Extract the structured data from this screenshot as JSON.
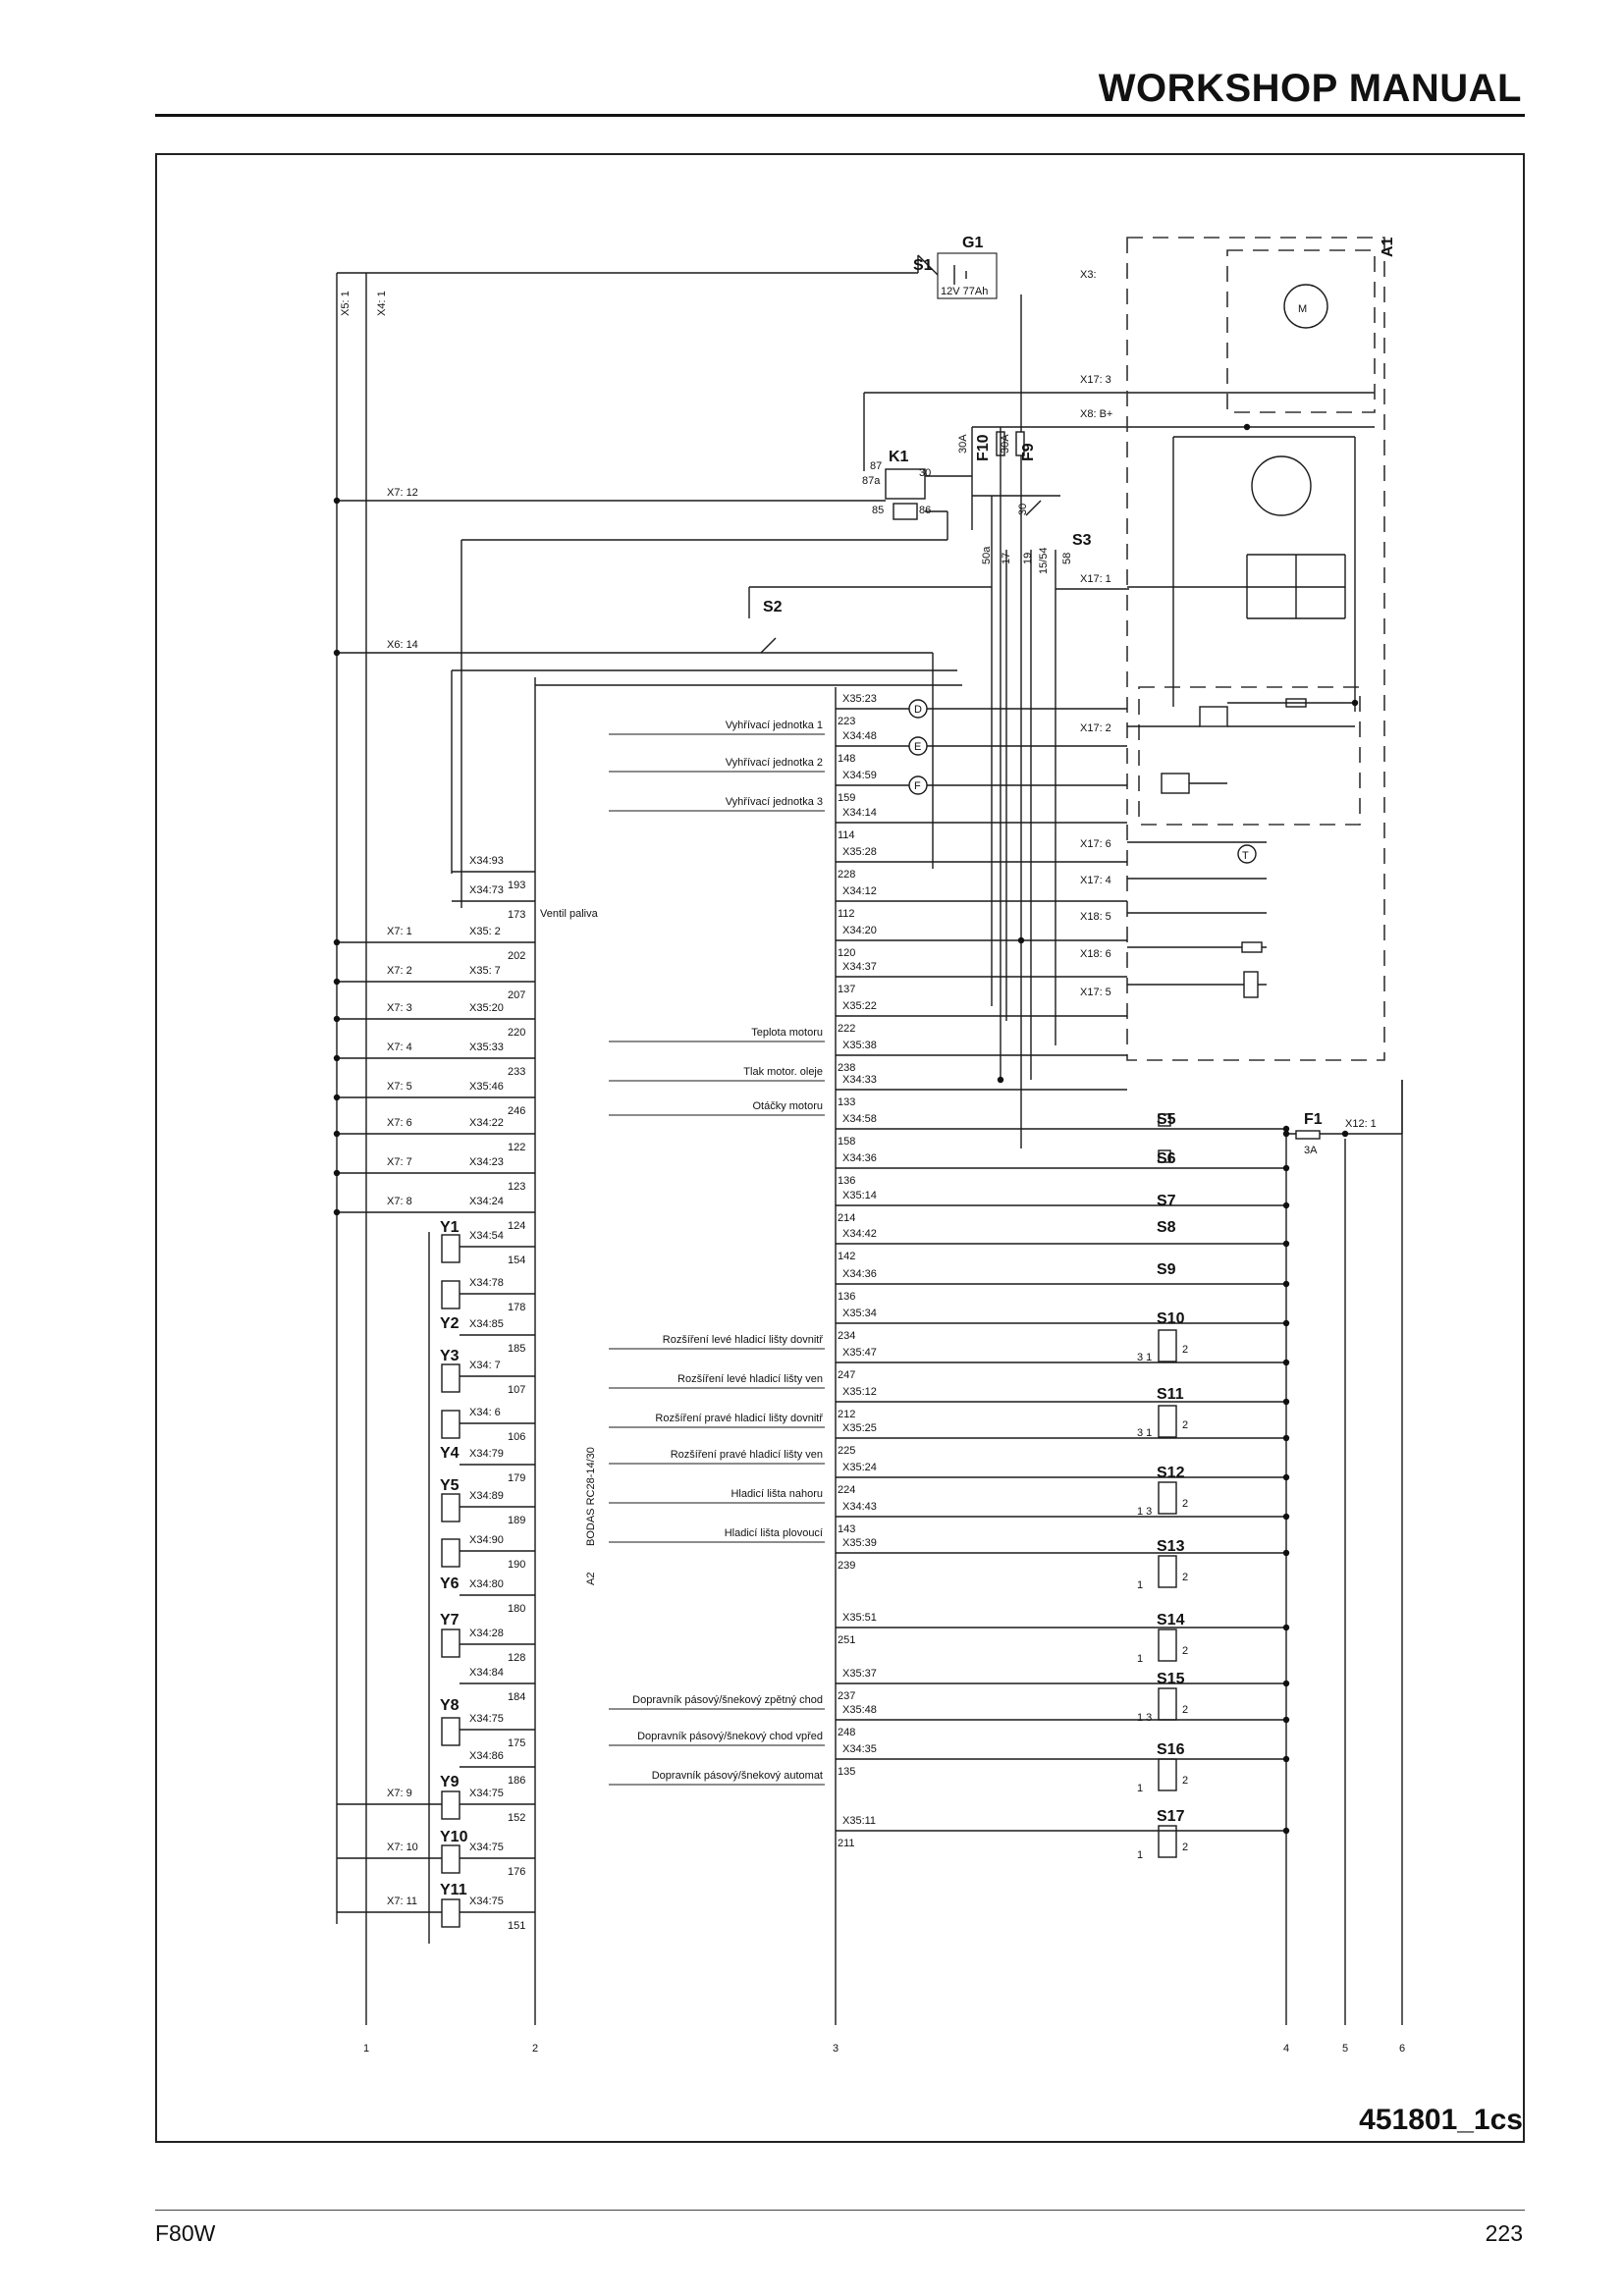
{
  "header": {
    "title": "WORKSHOP MANUAL"
  },
  "footer": {
    "model": "F80W",
    "page": "223",
    "doc_number": "451801_1cs"
  },
  "battery": {
    "label": "G1",
    "spec": "12V  77Ah"
  },
  "top_labels": [
    {
      "id": "s1",
      "text": "S1",
      "bold": true
    },
    {
      "id": "a1",
      "text": "A1",
      "bold": true
    },
    {
      "id": "x3",
      "text": "X3:"
    },
    {
      "id": "x17_3",
      "text": "X17: 3"
    },
    {
      "id": "x8b",
      "text": "X8: B+"
    },
    {
      "id": "k1",
      "text": "K1",
      "bold": true
    },
    {
      "id": "k87",
      "text": "87"
    },
    {
      "id": "k87a",
      "text": "87a"
    },
    {
      "id": "k30",
      "text": "30"
    },
    {
      "id": "k85",
      "text": "85"
    },
    {
      "id": "k86",
      "text": "86"
    },
    {
      "id": "f10a",
      "text": "30A"
    },
    {
      "id": "f10",
      "text": "F10",
      "bold": true
    },
    {
      "id": "f9a",
      "text": "30A"
    },
    {
      "id": "f9",
      "text": "F9",
      "bold": true
    },
    {
      "id": "s3",
      "text": "S3",
      "bold": true
    },
    {
      "id": "s3_30",
      "text": "30"
    },
    {
      "id": "s3_50a",
      "text": "50a"
    },
    {
      "id": "s3_17",
      "text": "17"
    },
    {
      "id": "s3_19",
      "text": "19"
    },
    {
      "id": "s3_1554",
      "text": "15/54"
    },
    {
      "id": "s3_58",
      "text": "58"
    },
    {
      "id": "x17_1",
      "text": "X17: 1"
    },
    {
      "id": "s2",
      "text": "S2",
      "bold": true
    },
    {
      "id": "x6_14",
      "text": "X6: 14"
    },
    {
      "id": "x7_12",
      "text": "X7: 12"
    },
    {
      "id": "x5_1",
      "text": "X5: 1"
    },
    {
      "id": "x4_1",
      "text": "X4: 1"
    },
    {
      "id": "x17_2",
      "text": "X17: 2"
    },
    {
      "id": "x17_6",
      "text": "X17: 6"
    },
    {
      "id": "x17_4",
      "text": "X17: 4"
    },
    {
      "id": "x18_5",
      "text": "X18: 5"
    },
    {
      "id": "x18_6",
      "text": "X18: 6"
    },
    {
      "id": "x17_5",
      "text": "X17: 5"
    },
    {
      "id": "motor",
      "text": "M"
    },
    {
      "id": "ventil",
      "text": "Ventil paliva"
    },
    {
      "id": "bodas1",
      "text": "BODAS RC28-14/30"
    },
    {
      "id": "bodas2",
      "text": "A2"
    },
    {
      "id": "f1",
      "text": "F1",
      "bold": true
    },
    {
      "id": "f1a",
      "text": "3A"
    },
    {
      "id": "x12_1",
      "text": "X12: 1"
    },
    {
      "id": "sD",
      "text": "D"
    },
    {
      "id": "sE",
      "text": "E"
    },
    {
      "id": "sF",
      "text": "F"
    },
    {
      "id": "sT",
      "text": "T"
    }
  ],
  "left_rows": [
    {
      "id": "l1",
      "conn": "X34:93",
      "num": "193"
    },
    {
      "id": "l2",
      "conn": "X34:73",
      "num": "173"
    },
    {
      "id": "l3",
      "x7": "X7:  1",
      "conn": "X35: 2",
      "num": "202"
    },
    {
      "id": "l4",
      "x7": "X7:  2",
      "conn": "X35: 7",
      "num": "207"
    },
    {
      "id": "l5",
      "x7": "X7:  3",
      "conn": "X35:20",
      "num": "220"
    },
    {
      "id": "l6",
      "x7": "X7:  4",
      "conn": "X35:33",
      "num": "233"
    },
    {
      "id": "l7",
      "x7": "X7:  5",
      "conn": "X35:46",
      "num": "246"
    },
    {
      "id": "l8",
      "x7": "X7:  6",
      "conn": "X34:22",
      "num": "122"
    },
    {
      "id": "l9",
      "x7": "X7:  7",
      "conn": "X34:23",
      "num": "123"
    },
    {
      "id": "l10",
      "x7": "X7:  8",
      "conn": "X34:24",
      "num": "124"
    }
  ],
  "valve_rows": [
    {
      "id": "y1c",
      "conn": "X34:54",
      "num": "154"
    },
    {
      "id": "y2c",
      "conn": "X34:78",
      "num": "178"
    },
    {
      "id": "y2d",
      "conn": "X34:85",
      "num": "185"
    },
    {
      "id": "y3c",
      "conn": "X34: 7",
      "num": "107"
    },
    {
      "id": "y4c",
      "conn": "X34: 6",
      "num": "106"
    },
    {
      "id": "y4d",
      "conn": "X34:79",
      "num": "179"
    },
    {
      "id": "y5c",
      "conn": "X34:89",
      "num": "189"
    },
    {
      "id": "y6c",
      "conn": "X34:90",
      "num": "190"
    },
    {
      "id": "y6d",
      "conn": "X34:80",
      "num": "180"
    },
    {
      "id": "y7c",
      "conn": "X34:28",
      "num": "128"
    },
    {
      "id": "y7d",
      "conn": "X34:84",
      "num": "184"
    },
    {
      "id": "y8c",
      "conn": "X34:75",
      "num": "175"
    },
    {
      "id": "y8d",
      "conn": "X34:86",
      "num": "186"
    },
    {
      "id": "y9c",
      "x7": "X7:  9",
      "conn": "X34:75",
      "num": "152"
    },
    {
      "id": "y10c",
      "x7": "X7: 10",
      "conn": "X34:75",
      "num": "176"
    },
    {
      "id": "y11c",
      "x7": "X7: 11",
      "conn": "X34:75",
      "num": "151"
    }
  ],
  "valves": [
    "Y1",
    "Y2",
    "Y3",
    "Y4",
    "Y5",
    "Y6",
    "Y7",
    "Y8",
    "Y9",
    "Y10",
    "Y11"
  ],
  "right_rows": [
    {
      "id": "r1",
      "conn": "X35:23",
      "num": "223",
      "label": "Vyhřívací jednotka 1"
    },
    {
      "id": "r2",
      "conn": "X34:48",
      "num": "148",
      "label": "Vyhřívací jednotka 2"
    },
    {
      "id": "r3",
      "conn": "X34:59",
      "num": "159",
      "label": "Vyhřívací jednotka 3"
    },
    {
      "id": "r4",
      "conn": "X34:14",
      "num": "114"
    },
    {
      "id": "r5",
      "conn": "X35:28",
      "num": "228"
    },
    {
      "id": "r6",
      "conn": "X34:12",
      "num": "112"
    },
    {
      "id": "r7",
      "conn": "X34:20",
      "num": "120"
    },
    {
      "id": "r8",
      "conn": "X34:37",
      "num": "137"
    },
    {
      "id": "r9",
      "conn": "X35:22",
      "num": "222",
      "label": "Teplota motoru"
    },
    {
      "id": "r10",
      "conn": "X35:38",
      "num": "238",
      "label": "Tlak motor. oleje"
    },
    {
      "id": "r11",
      "conn": "X34:33",
      "num": "133",
      "label": "Otáčky motoru"
    },
    {
      "id": "r12",
      "conn": "X34:58",
      "num": "158"
    },
    {
      "id": "r13",
      "conn": "X34:36",
      "num": "136"
    },
    {
      "id": "r14",
      "conn": "X35:14",
      "num": "214"
    },
    {
      "id": "r15",
      "conn": "X34:42",
      "num": "142"
    },
    {
      "id": "r16",
      "conn": "X34:36",
      "num": "136"
    },
    {
      "id": "r17",
      "conn": "X35:34",
      "num": "234",
      "label": "Rozšíření levé hladicí lišty dovnitř"
    },
    {
      "id": "r18",
      "conn": "X35:47",
      "num": "247",
      "label": "Rozšíření levé hladicí lišty ven"
    },
    {
      "id": "r19",
      "conn": "X35:12",
      "num": "212",
      "label": "Rozšíření pravé hladicí lišty dovnitř"
    },
    {
      "id": "r20",
      "conn": "X35:25",
      "num": "225",
      "label": "Rozšíření pravé hladicí lišty ven"
    },
    {
      "id": "r21",
      "conn": "X35:24",
      "num": "224",
      "label": "Hladicí lišta nahoru"
    },
    {
      "id": "r22",
      "conn": "X34:43",
      "num": "143",
      "label": "Hladicí lišta plovoucí"
    },
    {
      "id": "r23",
      "conn": "X35:39",
      "num": "239"
    },
    {
      "id": "r24",
      "conn": "X35:51",
      "num": "251"
    },
    {
      "id": "r25",
      "conn": "X35:37",
      "num": "237",
      "label": "Dopravník pásový/šnekový zpětný chod"
    },
    {
      "id": "r26",
      "conn": "X35:48",
      "num": "248",
      "label": "Dopravník pásový/šnekový chod vpřed"
    },
    {
      "id": "r27",
      "conn": "X34:35",
      "num": "135",
      "label": "Dopravník pásový/šnekový automat"
    },
    {
      "id": "r28",
      "conn": "X35:11",
      "num": "211"
    }
  ],
  "switches": [
    "S5",
    "S6",
    "S7",
    "S8",
    "S9",
    "S10",
    "S11",
    "S12",
    "S13",
    "S14",
    "S15",
    "S16",
    "S17"
  ],
  "switch_pins": {
    "s31": "3  1",
    "s13": "1  3",
    "s1": "1",
    "s2": "2"
  },
  "column_numbers": [
    "1",
    "2",
    "3",
    "4",
    "5",
    "6"
  ]
}
